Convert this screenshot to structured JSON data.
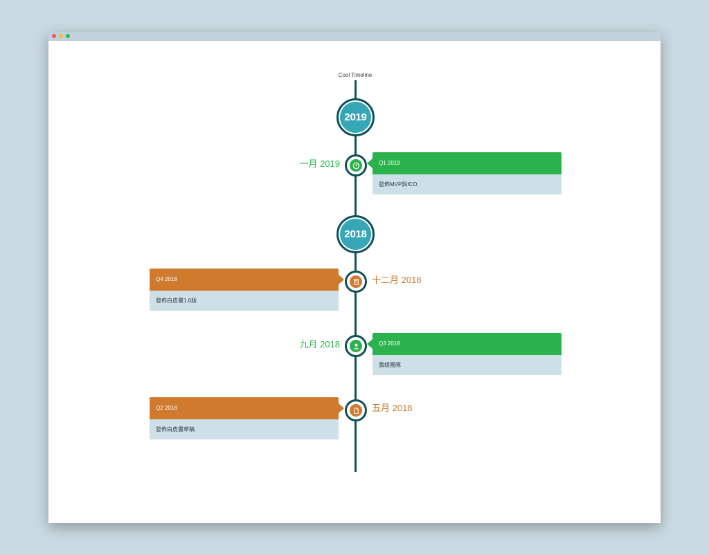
{
  "page": {
    "title": "Cool Timeline"
  },
  "colors": {
    "spine": "#0f5059",
    "year_badge": "#37a6b6",
    "green": "#2bb24c",
    "orange": "#d07a2e",
    "card_body": "#cde0e8",
    "background": "#cad9e1"
  },
  "years": [
    {
      "label": "2019"
    },
    {
      "label": "2018"
    }
  ],
  "events": [
    {
      "date": "一月 2019",
      "heading": "Q1 2019",
      "text": "發佈MVP與ICO",
      "side": "right",
      "color": "green",
      "icon": "clock-icon"
    },
    {
      "date": "十二月 2018",
      "heading": "Q4 2018",
      "text": "發佈白皮書1.0版",
      "side": "left",
      "color": "orange",
      "icon": "book-icon"
    },
    {
      "date": "九月 2018",
      "heading": "Q3 2018",
      "text": "籌組團隊",
      "side": "right",
      "color": "green",
      "icon": "user-icon"
    },
    {
      "date": "五月 2018",
      "heading": "Q2 2018",
      "text": "發佈白皮書草稿",
      "side": "left",
      "color": "orange",
      "icon": "document-icon"
    }
  ]
}
